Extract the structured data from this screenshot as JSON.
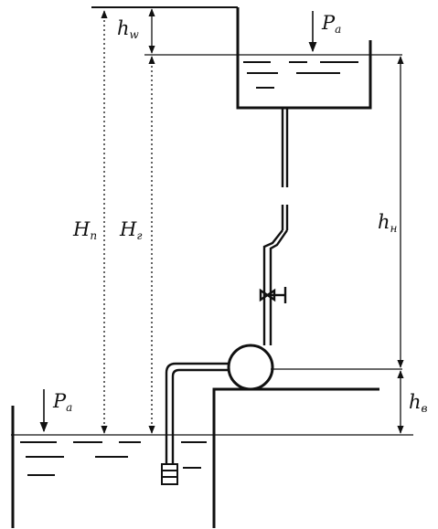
{
  "labels": {
    "pa_top": "P",
    "pa_top_sub": "a",
    "pa_bottom": "P",
    "pa_bottom_sub": "a",
    "h_w": "h",
    "h_w_sub": "w",
    "H_p": "H",
    "H_p_sub": "п",
    "H_g": "H",
    "H_g_sub": "г",
    "h_n": "h",
    "h_n_sub": "н",
    "h_v": "h",
    "h_v_sub": "в"
  },
  "colors": {
    "ink": "#111111",
    "paper": "#ffffff"
  }
}
